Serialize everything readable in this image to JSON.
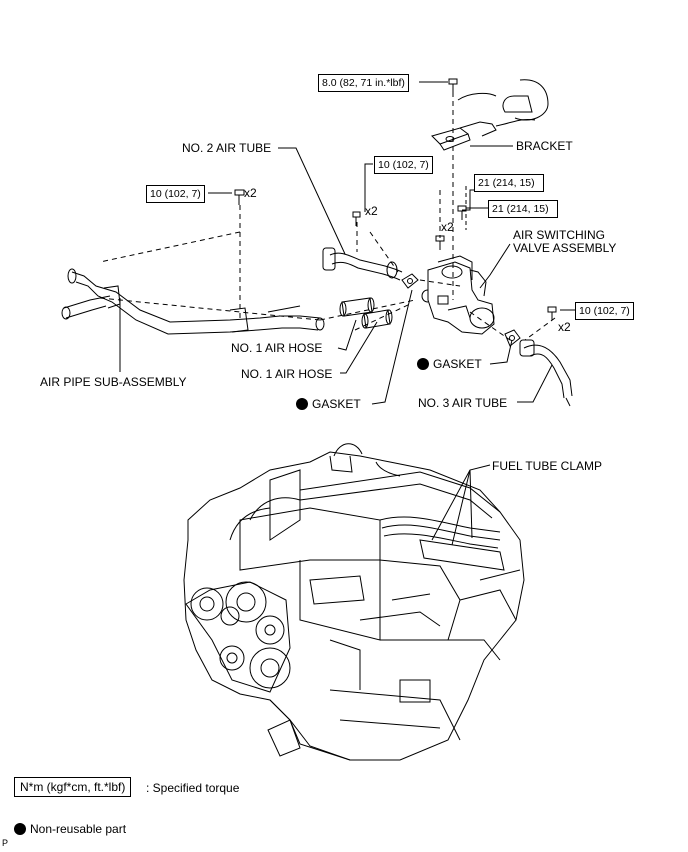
{
  "torque": {
    "bracket_bolt": "8.0 (82, 71 in.*lbf)",
    "no2_tube_bolt": "10 (102, 7)",
    "air_pipe_bolt": "10 (102, 7)",
    "valve_bolt_a": "21 (214, 15)",
    "valve_bolt_b": "21 (214, 15)",
    "no3_tube_bolt": "10 (102, 7)"
  },
  "qty": {
    "no2_tube": "x2",
    "air_pipe": "x2",
    "valve": "x2",
    "no3_tube": "x2"
  },
  "labels": {
    "bracket": "BRACKET",
    "no2_air_tube": "NO. 2 AIR TUBE",
    "air_switching_valve_l1": "AIR SWITCHING",
    "air_switching_valve_l2": "VALVE ASSEMBLY",
    "no1_air_hose_a": "NO. 1 AIR HOSE",
    "no1_air_hose_b": "NO. 1 AIR HOSE",
    "air_pipe_sub_assembly": "AIR PIPE SUB-ASSEMBLY",
    "gasket_a": "GASKET",
    "gasket_b": "GASKET",
    "no3_air_tube": "NO. 3 AIR TUBE",
    "fuel_tube_clamp": "FUEL TUBE CLAMP"
  },
  "legend": {
    "torque_unit": "N*m (kgf*cm, ft.*lbf)",
    "torque_text": ": Specified torque",
    "nonreusable_text": "Non-reusable part"
  },
  "footer": {
    "mark": "P"
  },
  "colors": {
    "line": "#000000",
    "background": "#ffffff"
  }
}
